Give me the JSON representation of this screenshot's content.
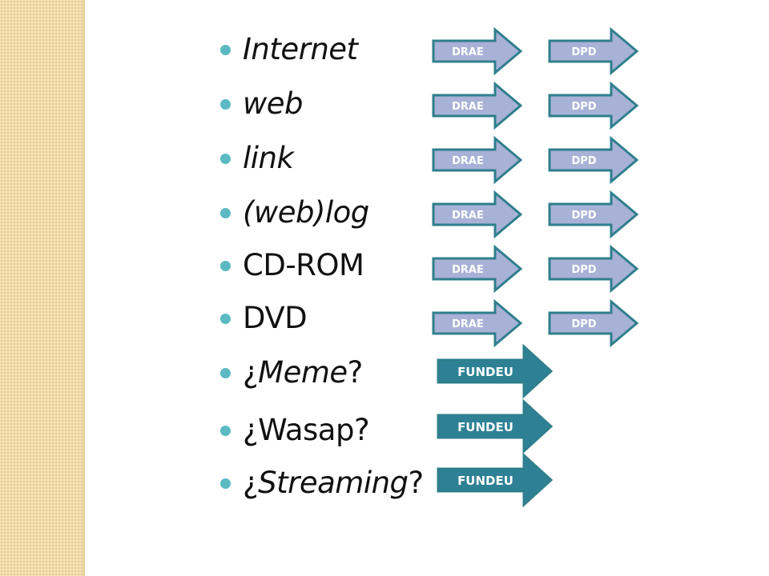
{
  "colors": {
    "bullet": "#5bb9c4",
    "dict_arrow_fill": "#a8b2d6",
    "fundeu_arrow_fill": "#2e8195",
    "arrow_border": "#2f7f8d",
    "side_band": "#f1dcaa"
  },
  "items": [
    {
      "pre": "",
      "word": "Internet",
      "post": "",
      "italic": true,
      "links": [
        "DRAE",
        "DPD"
      ]
    },
    {
      "pre": "",
      "word": "web",
      "post": "",
      "italic": true,
      "links": [
        "DRAE",
        "DPD"
      ]
    },
    {
      "pre": "",
      "word": "link",
      "post": "",
      "italic": true,
      "links": [
        "DRAE",
        "DPD"
      ]
    },
    {
      "pre": "",
      "word": "(web)log",
      "post": "",
      "italic": true,
      "links": [
        "DRAE",
        "DPD"
      ]
    },
    {
      "pre": "",
      "word": "CD-ROM",
      "post": "",
      "italic": false,
      "links": [
        "DRAE",
        "DPD"
      ]
    },
    {
      "pre": "",
      "word": "DVD",
      "post": "",
      "italic": false,
      "links": [
        "DRAE",
        "DPD"
      ]
    },
    {
      "pre": "¿",
      "word": "Meme",
      "post": "?",
      "italic": true,
      "links": [
        "FUNDEU"
      ]
    },
    {
      "pre": "¿",
      "word": "Wasap",
      "post": "?",
      "italic": false,
      "links": [
        "FUNDEU"
      ]
    },
    {
      "pre": "¿",
      "word": "Streaming",
      "post": "?",
      "italic": true,
      "links": [
        "FUNDEU"
      ]
    }
  ]
}
